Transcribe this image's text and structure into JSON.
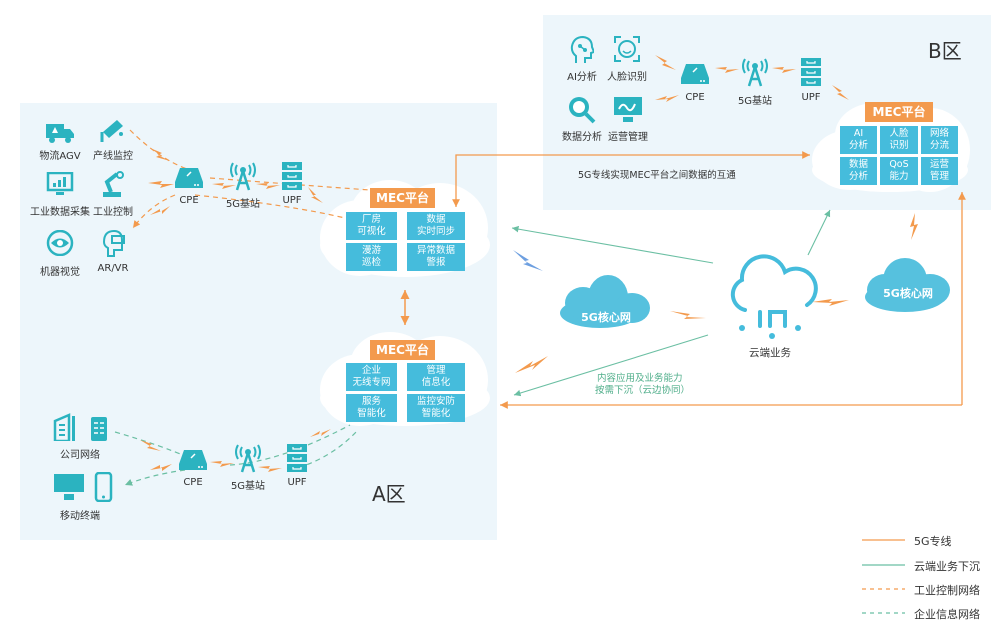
{
  "zones": {
    "a": {
      "label": "A区"
    },
    "b": {
      "label": "B区"
    }
  },
  "colors": {
    "zone_bg": "#edf6fb",
    "teal": "#2bb3c0",
    "mec_orange": "#f39a4d",
    "mec_cell": "#45bcdc",
    "line_orange": "#f39a4d",
    "line_green": "#6bbfa3",
    "cloud_blue": "#56c1de"
  },
  "zone_a_top": {
    "devices": [
      {
        "label": "物流AGV",
        "icon": "truck-icon"
      },
      {
        "label": "产线监控",
        "icon": "camera-icon"
      },
      {
        "label": "工业数据采集",
        "icon": "monitor-chart-icon"
      },
      {
        "label": "工业控制",
        "icon": "robot-arm-icon"
      },
      {
        "label": "机器视觉",
        "icon": "eye-icon"
      },
      {
        "label": "AR/VR",
        "icon": "vr-headset-icon"
      }
    ],
    "chain": [
      "CPE",
      "5G基站",
      "UPF"
    ],
    "mec": {
      "title": "MEC平台",
      "cells": [
        "厂房\n可视化",
        "数据\n实时同步",
        "漫游\n巡检",
        "异常数据\n警报"
      ]
    }
  },
  "zone_a_bottom": {
    "devices": [
      {
        "label": "公司网络",
        "icon": "building-icon"
      },
      {
        "label": "移动终端",
        "icon": "mobile-terminal-icon"
      }
    ],
    "chain": [
      "CPE",
      "5G基站",
      "UPF"
    ],
    "mec": {
      "title": "MEC平台",
      "cells": [
        "企业\n无线专网",
        "管理\n信息化",
        "服务\n智能化",
        "监控安防\n智能化"
      ]
    }
  },
  "zone_b": {
    "devices": [
      {
        "label": "AI分析",
        "icon": "ai-head-icon"
      },
      {
        "label": "人脸识别",
        "icon": "face-scan-icon"
      },
      {
        "label": "数据分析",
        "icon": "magnifier-icon"
      },
      {
        "label": "运营管理",
        "icon": "monitor-graph-icon"
      }
    ],
    "chain": [
      "CPE",
      "5G基站",
      "UPF"
    ],
    "mec": {
      "title": "MEC平台",
      "cells": [
        "AI\n分析",
        "人脸\n识别",
        "网络\n分流",
        "数据\n分析",
        "QoS\n能力",
        "运营\n管理"
      ]
    }
  },
  "center": {
    "core_left": "5G核心网",
    "core_right": "5G核心网",
    "cloud_service": "云端业务",
    "note_interconnect": "5G专线实现MEC平台之间数据的互通",
    "note_sink_line1": "内容应用及业务能力",
    "note_sink_line2": "按需下沉（云边协同）"
  },
  "legend": [
    {
      "label": "5G专线",
      "style": "solid",
      "color": "#f39a4d"
    },
    {
      "label": "云端业务下沉",
      "style": "solid",
      "color": "#6bbfa3"
    },
    {
      "label": "工业控制网络",
      "style": "dashed",
      "color": "#f39a4d"
    },
    {
      "label": "企业信息网络",
      "style": "dashed",
      "color": "#6bbfa3"
    }
  ]
}
